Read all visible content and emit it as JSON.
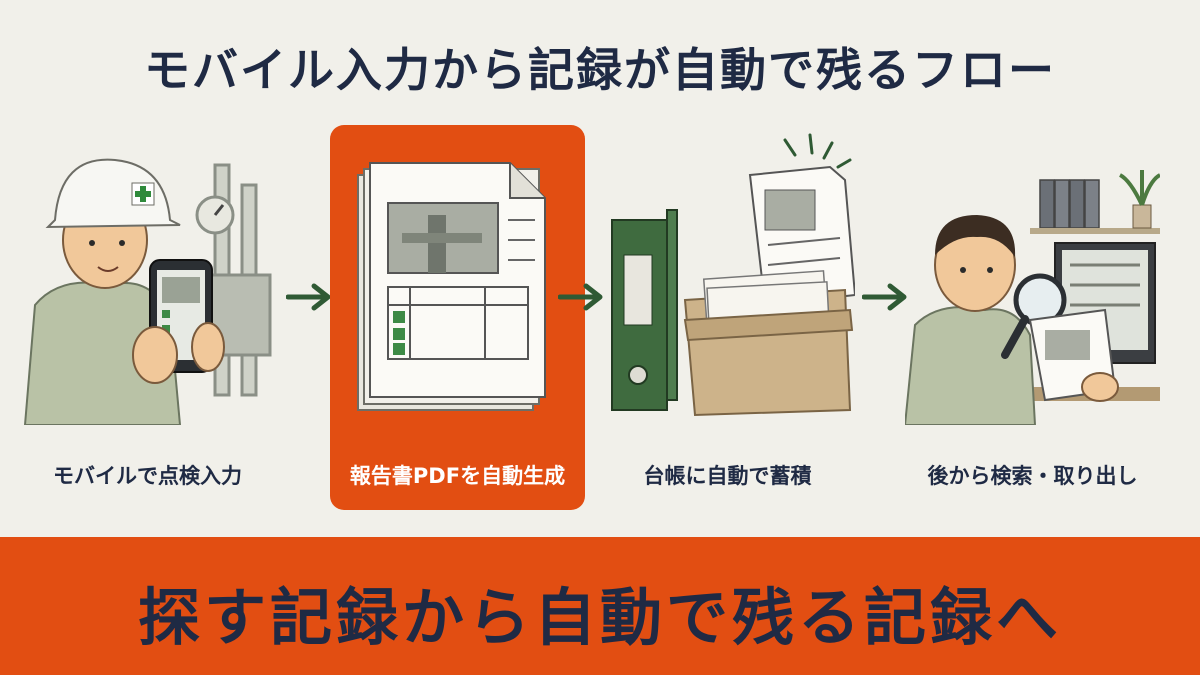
{
  "title": "モバイル入力から記録が自動で残るフロー",
  "steps": [
    {
      "label": "モバイルで点検入力",
      "icon": "worker-with-phone-icon"
    },
    {
      "label": "報告書PDFを自動生成",
      "icon": "pdf-report-icon",
      "highlighted": true
    },
    {
      "label": "台帳に自動で蓄積",
      "icon": "binder-and-file-box-icon"
    },
    {
      "label": "後から検索・取り出し",
      "icon": "worker-search-magnifier-icon"
    }
  ],
  "banner": {
    "text": "探す記録から自動で残る記録へ"
  },
  "colors": {
    "accent": "#e24e12",
    "text": "#1f2a44",
    "background": "#f1f0ea",
    "arrow": "#2f5a34",
    "binder": "#3f6b3f",
    "box": "#cdb38a"
  }
}
